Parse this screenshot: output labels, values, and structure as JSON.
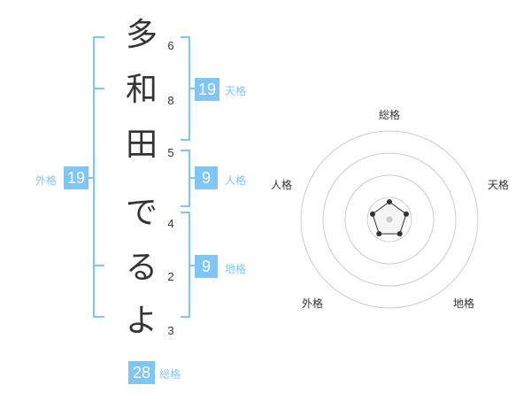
{
  "name_chars": [
    {
      "char": "多",
      "strokes": "6"
    },
    {
      "char": "和",
      "strokes": "8"
    },
    {
      "char": "田",
      "strokes": "5"
    },
    {
      "char": "で",
      "strokes": "4"
    },
    {
      "char": "る",
      "strokes": "2"
    },
    {
      "char": "よ",
      "strokes": "3"
    }
  ],
  "kakusu": {
    "tenkaku": {
      "value": "19",
      "label": "天格"
    },
    "jinkaku": {
      "value": "9",
      "label": "人格"
    },
    "chikaku": {
      "value": "9",
      "label": "地格"
    },
    "gaikaku": {
      "value": "19",
      "label": "外格"
    },
    "soukaku": {
      "value": "28",
      "label": "総格"
    }
  },
  "radar": {
    "axes": [
      "総格",
      "天格",
      "地格",
      "外格",
      "人格"
    ],
    "levels": 4,
    "values": [
      0.2,
      0.2,
      0.2,
      0.2,
      0.2
    ]
  },
  "colors": {
    "accent": "#80c6f5",
    "text": "#333333",
    "grid": "#cccccc"
  }
}
